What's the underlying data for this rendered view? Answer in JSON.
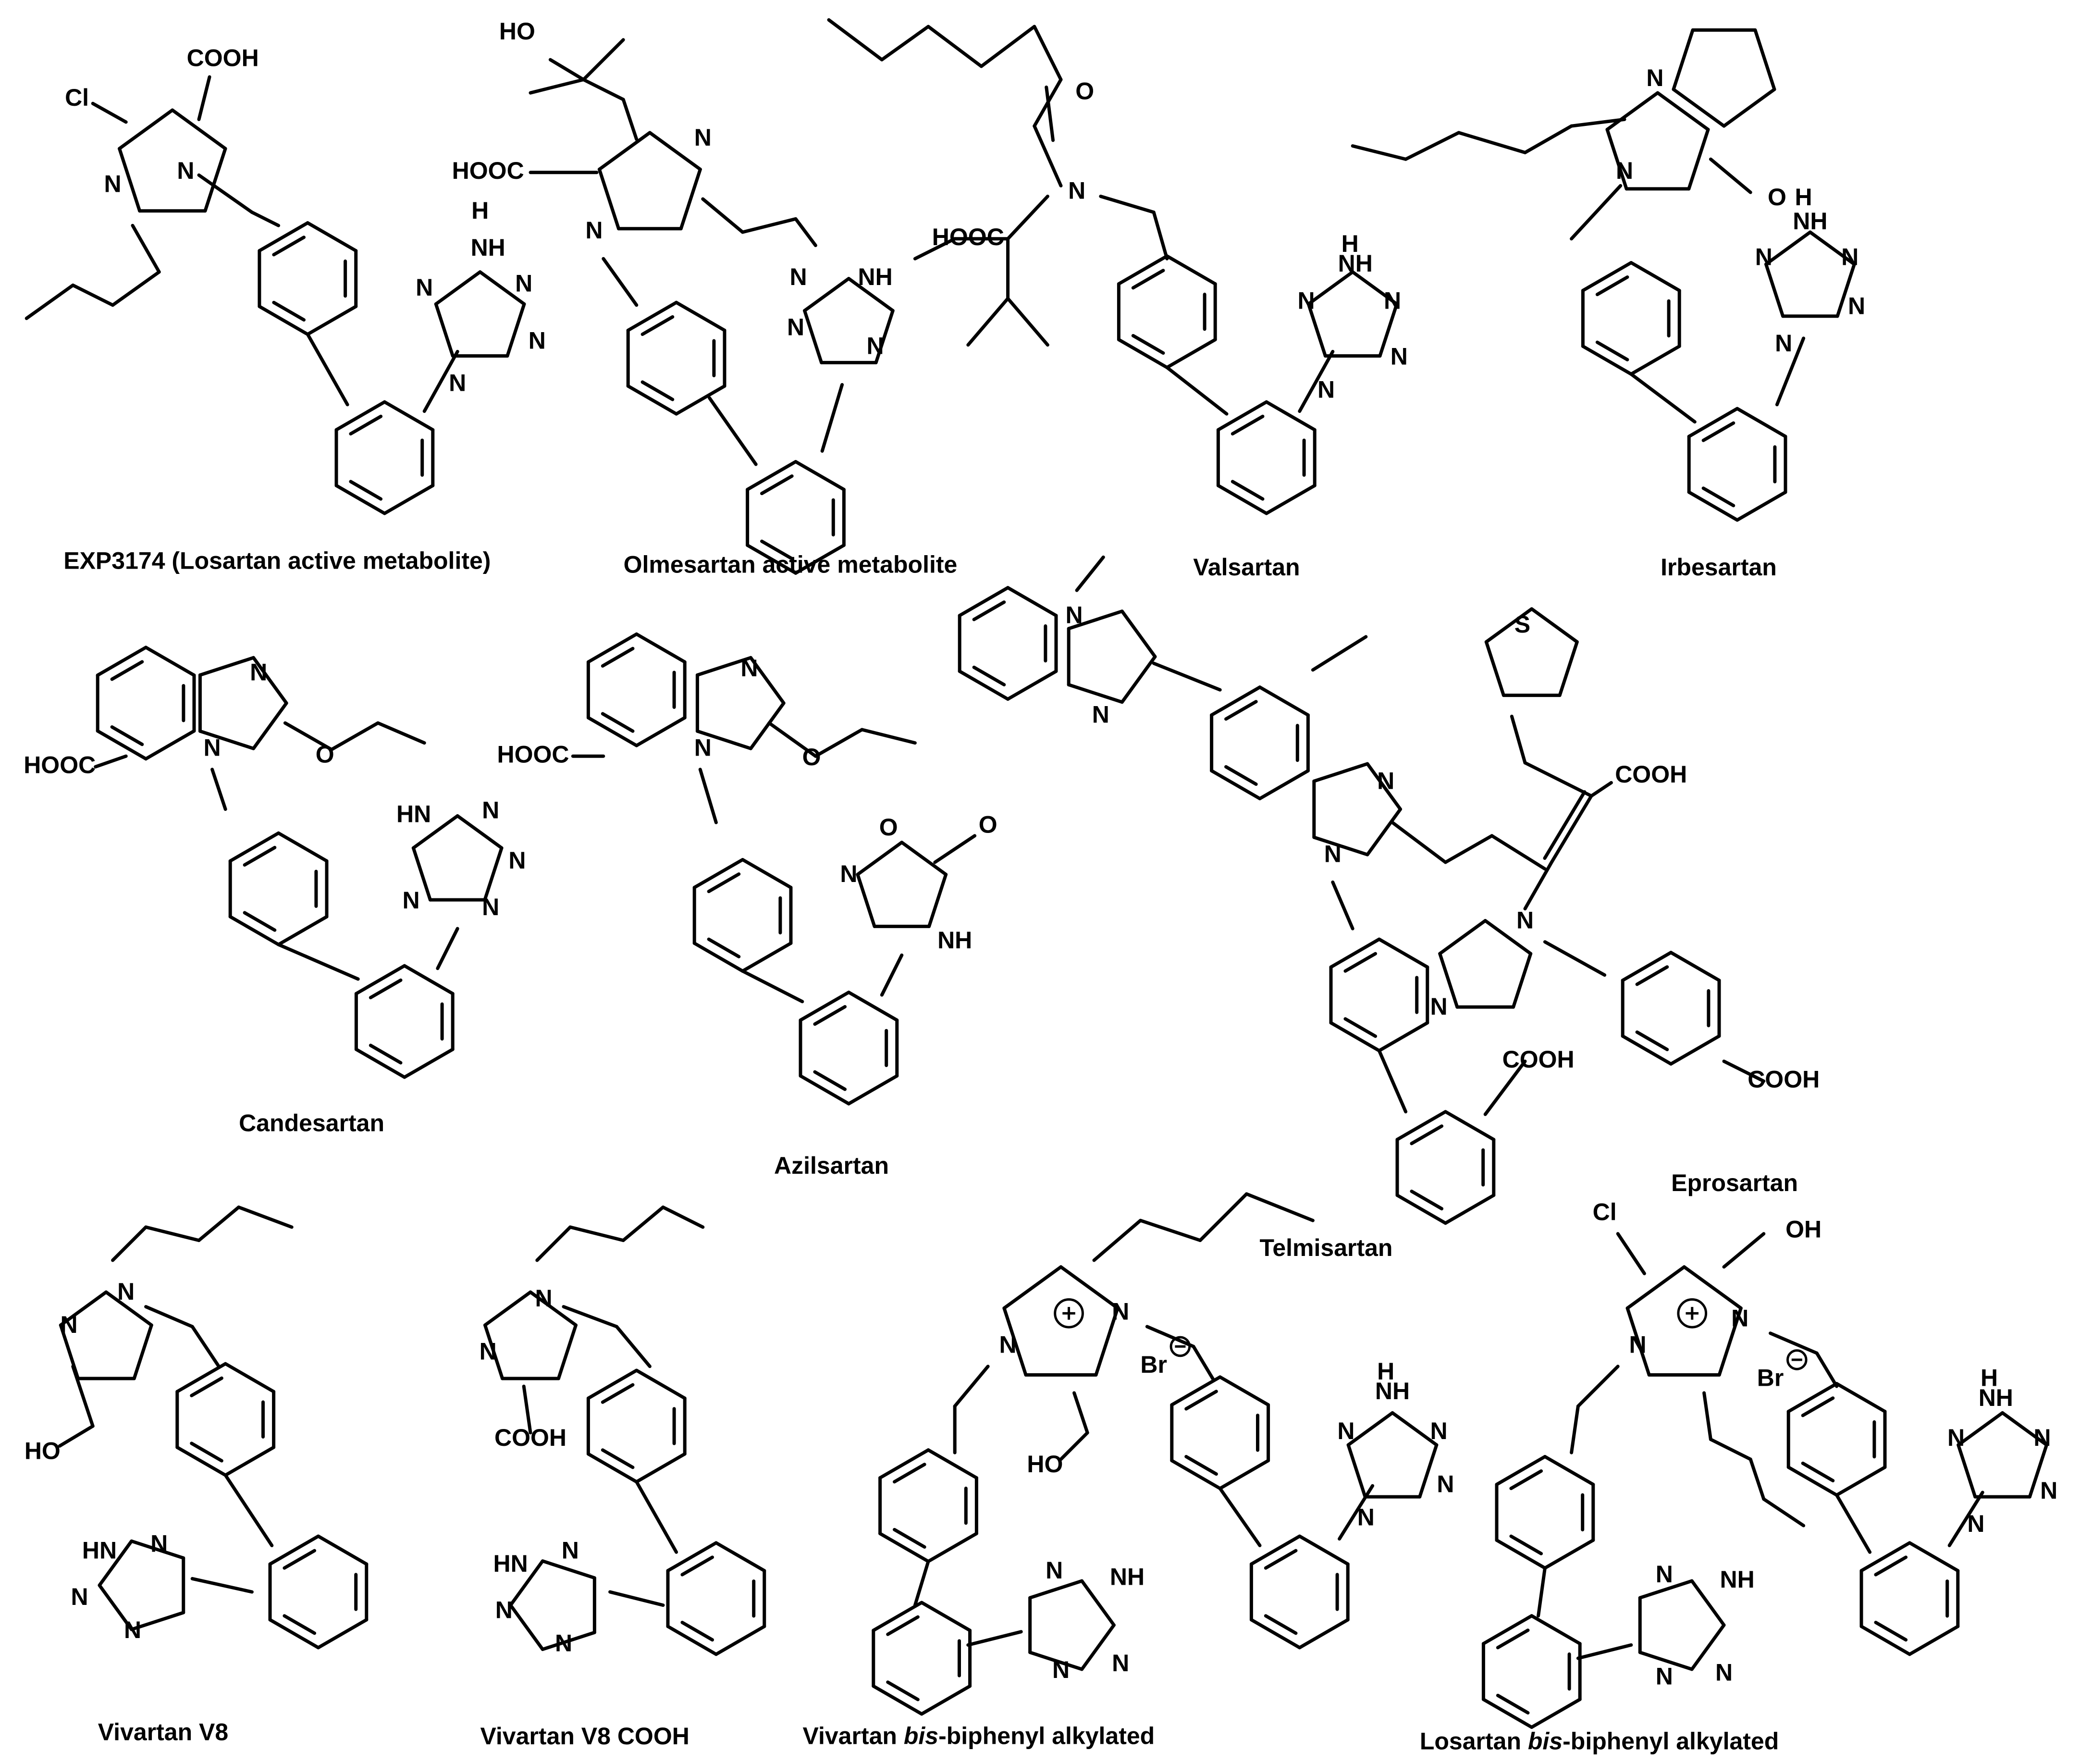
{
  "captions": [
    {
      "text": "EXP3174 (Losartan active metabolite)"
    },
    {
      "text": "Olmesartan active metabolite"
    },
    {
      "text": "Valsartan"
    },
    {
      "text": "Irbesartan"
    },
    {
      "text": "Candesartan"
    },
    {
      "text": "Azilsartan"
    },
    {
      "text": "Telmisartan"
    },
    {
      "text": "Eprosartan"
    },
    {
      "text": "Vivartan V8"
    },
    {
      "text": "Vivartan V8 COOH"
    },
    {
      "pre": "Vivartan ",
      "em": "bis",
      "post": "-biphenyl alkylated"
    },
    {
      "pre": "Losartan ",
      "em": "bis",
      "post": "-biphenyl alkylated"
    }
  ],
  "atom_labels": {
    "cooh": "COOH",
    "hooc": "HOOC",
    "cl": "Cl",
    "n": "N",
    "nh": "NH",
    "hn": "HN",
    "h": "H",
    "o": "O",
    "ho": "HO",
    "oh": "OH",
    "s": "S",
    "br": "Br"
  }
}
